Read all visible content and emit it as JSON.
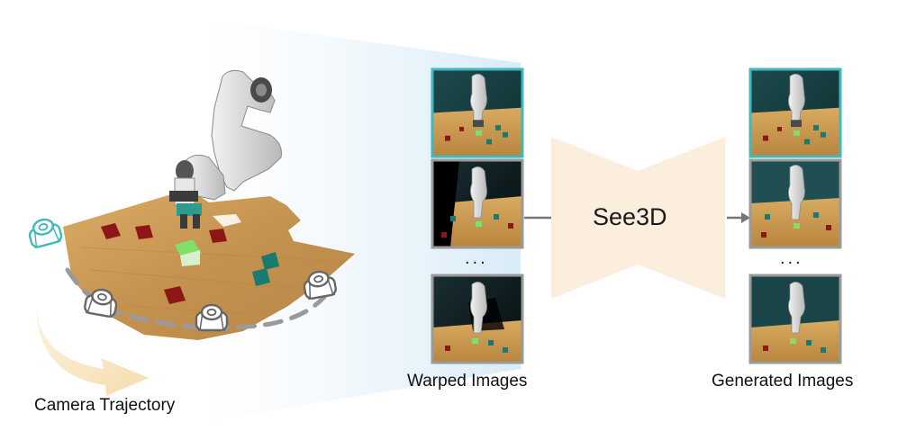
{
  "labels": {
    "camera_trajectory": "Camera Trajectory",
    "warped_images": "Warped Images",
    "generated_images": "Generated Images",
    "model": "See3D",
    "ellipsis": "..."
  },
  "colors": {
    "accent_teal": "#3fb9bd",
    "frame_gray": "#9a9a9a",
    "funnel_fill": "#fbeedd",
    "trajectory_arrow": "#f7e3bf",
    "table_wood": "#c99a55",
    "cube_red": "#8e1616",
    "cube_teal": "#1b7a70",
    "cube_green": "#7ee06b",
    "camera_gray": "#666666"
  },
  "icons": {
    "camera": "camera-icon",
    "robot": "robot-arm"
  }
}
